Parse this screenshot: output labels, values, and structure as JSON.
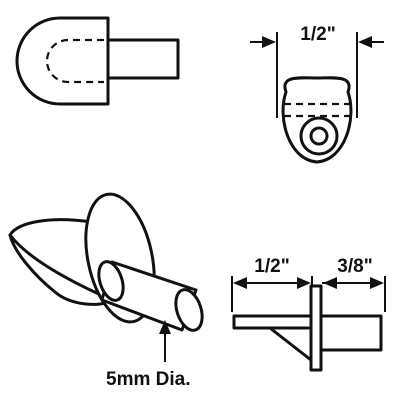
{
  "diagram": {
    "labels": {
      "end_view_width": "1/2\"",
      "side_view_left_dim": "1/2\"",
      "side_view_right_dim": "3/8\"",
      "pin_diameter_callout": "5mm Dia."
    },
    "colors": {
      "ink": "#111111",
      "background": "#ffffff"
    }
  }
}
